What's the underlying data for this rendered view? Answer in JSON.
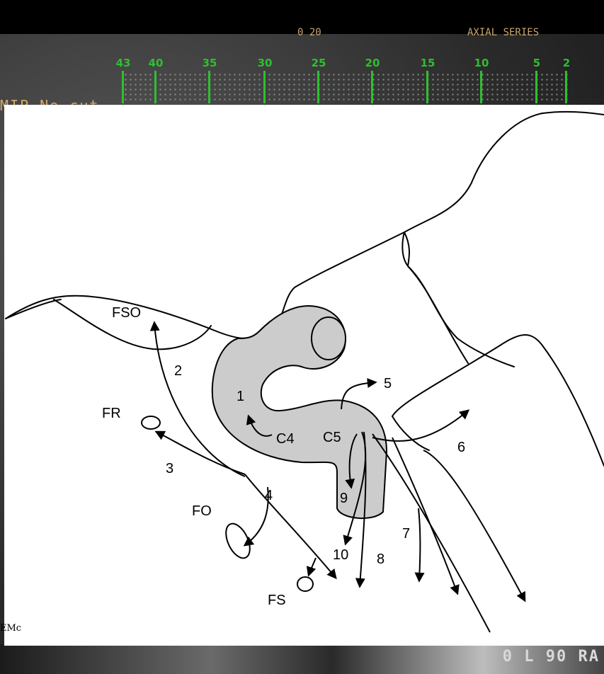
{
  "header": {
    "top_center_text": "0 20",
    "top_right_text": "AXIAL SERIES"
  },
  "ruler": {
    "labels": [
      "43",
      "40",
      "35",
      "30",
      "25",
      "20",
      "15",
      "10",
      "5",
      "2"
    ]
  },
  "overlay_left_text": "MIP   No cut",
  "footer": {
    "corner_mark": "EMc",
    "bottom_right_text": "0 L 90 RA"
  },
  "diagram": {
    "labels": {
      "fso": "FSO",
      "fr": "FR",
      "fo": "FO",
      "fs": "FS",
      "c4": "C4",
      "c5": "C5",
      "n1": "1",
      "n2": "2",
      "n3": "3",
      "n4": "4",
      "n5": "5",
      "n6": "6",
      "n7": "7",
      "n8": "8",
      "n9": "9",
      "n10": "10"
    },
    "colors": {
      "artery_fill": "#cccccc",
      "stroke": "#000000",
      "background": "#ffffff"
    }
  }
}
